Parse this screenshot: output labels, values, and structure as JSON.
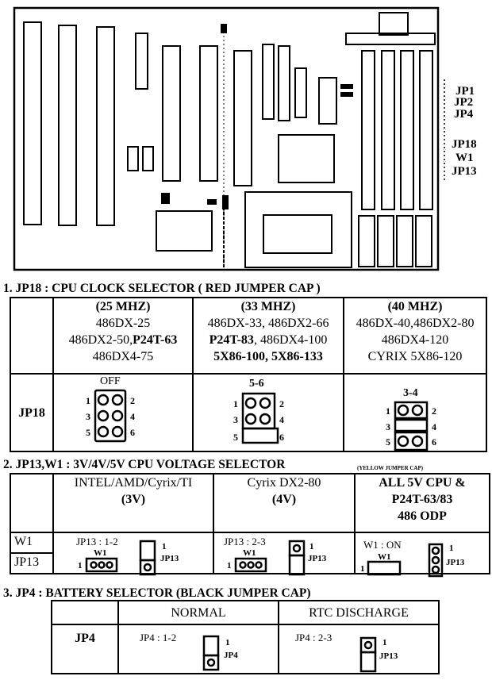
{
  "board": {
    "labels": [
      "JP1",
      "JP2",
      "JP4",
      "JP18",
      "W1",
      "JP13"
    ]
  },
  "section1": {
    "title": "1. JP18 : CPU CLOCK SELECTOR ( RED JUMPER CAP )",
    "row_label": "JP18",
    "col1": {
      "head": "(25 MHZ)",
      "lines": [
        "486DX-25"
      ],
      "line2_a": "486DX2-50,",
      "line2_b": "P24T-63",
      "line3": "486DX4-75",
      "setting": "OFF"
    },
    "col2": {
      "head": "(33 MHZ)",
      "line1": "486DX-33, 486DX2-66",
      "line2_a": "P24T-83",
      "line2_b": ", 486DX4-100",
      "line3": "5X86-100,  5X86-133",
      "setting": "5-6"
    },
    "col3": {
      "head": "(40 MHZ)",
      "line1": "486DX-40,486DX2-80",
      "line2": "486DX4-120",
      "line3": "CYRIX 5X86-120",
      "setting": "3-4"
    },
    "pin_numbers": [
      "1",
      "2",
      "3",
      "4",
      "5",
      "6"
    ]
  },
  "section2": {
    "title": "2. JP13,W1 : 3V/4V/5V CPU VOLTAGE SELECTOR",
    "title_small": "(YELLOW JUMPER CAP)",
    "row1_label": "W1",
    "row2_label": "JP13",
    "col1": {
      "line1": "INTEL/AMD/Cyrix/TI",
      "line2": "(3V)",
      "setting": "JP13 : 1-2",
      "w1": "W1",
      "jp13": "JP13",
      "pin": "1"
    },
    "col2": {
      "line1": "Cyrix DX2-80",
      "line2": "(4V)",
      "setting": "JP13 : 2-3",
      "w1": "W1",
      "jp13": "JP13",
      "pin": "1"
    },
    "col3": {
      "line1": "ALL 5V CPU &",
      "line2": "P24T-63/83",
      "line3": "486 ODP",
      "setting": "W1 : ON",
      "w1": "W1",
      "jp13": "JP13",
      "pin": "1"
    }
  },
  "section3": {
    "title": "3. JP4 : BATTERY SELECTOR (BLACK JUMPER CAP)",
    "row_label": "JP4",
    "col1": {
      "head": "NORMAL",
      "setting": "JP4 : 1-2",
      "pin": "1",
      "tag": "JP4"
    },
    "col2": {
      "head": "RTC DISCHARGE",
      "setting": "JP4 : 2-3",
      "pin": "1",
      "tag": "JP13"
    }
  }
}
